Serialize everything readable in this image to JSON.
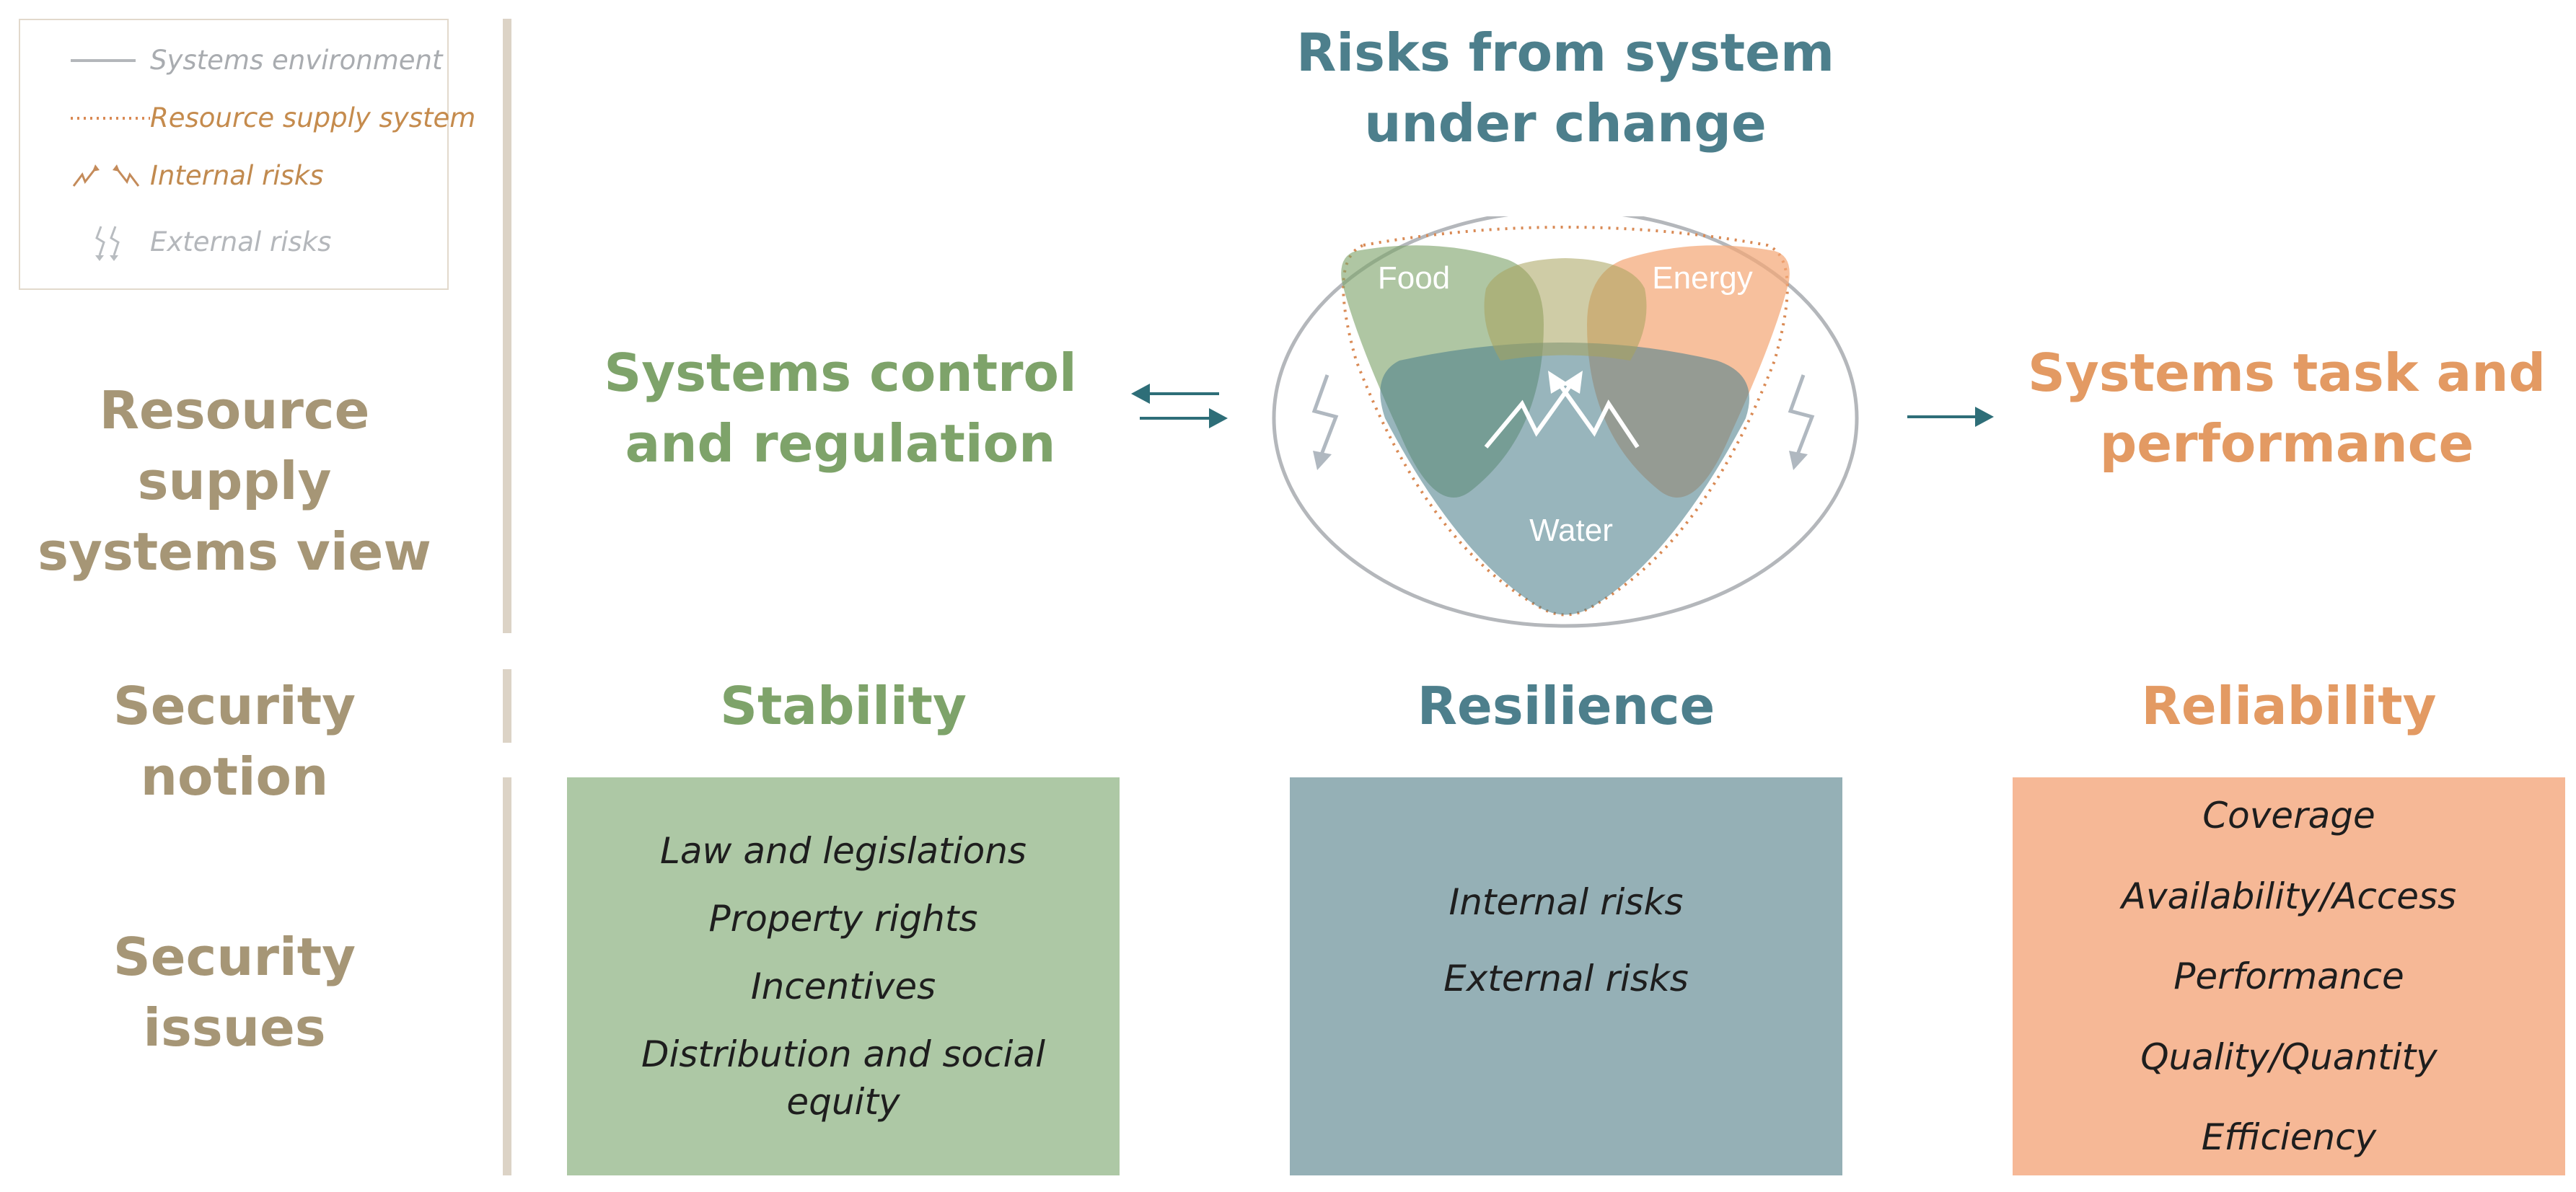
{
  "legend": {
    "items": [
      {
        "label": "Systems environment",
        "icon": "solid-line-icon",
        "color": "#b4b7bb"
      },
      {
        "label": "Resource supply system",
        "icon": "dotted-line-icon",
        "color": "#d98a55"
      },
      {
        "label": "Internal risks",
        "icon": "lightning-arrows-icon",
        "color": "#c48b5a"
      },
      {
        "label": "External risks",
        "icon": "lightning-down-icon",
        "color": "#b8bcc0"
      }
    ]
  },
  "row_labels": {
    "view": "Resource supply systems view",
    "notion": "Security notion",
    "issues": "Security issues"
  },
  "top_heading": "Risks from system under change",
  "columns": {
    "left": {
      "title": "Systems control and regulation",
      "notion": "Stability",
      "issues": [
        "Law and legislations",
        "Property rights",
        "Incentives",
        "Distribution and social equity"
      ]
    },
    "center": {
      "notion": "Resilience",
      "issues": [
        "Internal risks",
        "External risks"
      ]
    },
    "right": {
      "title": "Systems task and performance",
      "notion": "Reliability",
      "issues": [
        "Coverage",
        "Availability/Access",
        "Performance",
        "Quality/Quantity",
        "Efficiency"
      ]
    }
  },
  "diagram": {
    "food": "Food",
    "energy": "Energy",
    "water": "Water"
  },
  "colors": {
    "green": "#7ea36a",
    "teal": "#4d7f8c",
    "orange": "#e39a63",
    "label": "#a69676",
    "arrow": "#2e6e78"
  }
}
